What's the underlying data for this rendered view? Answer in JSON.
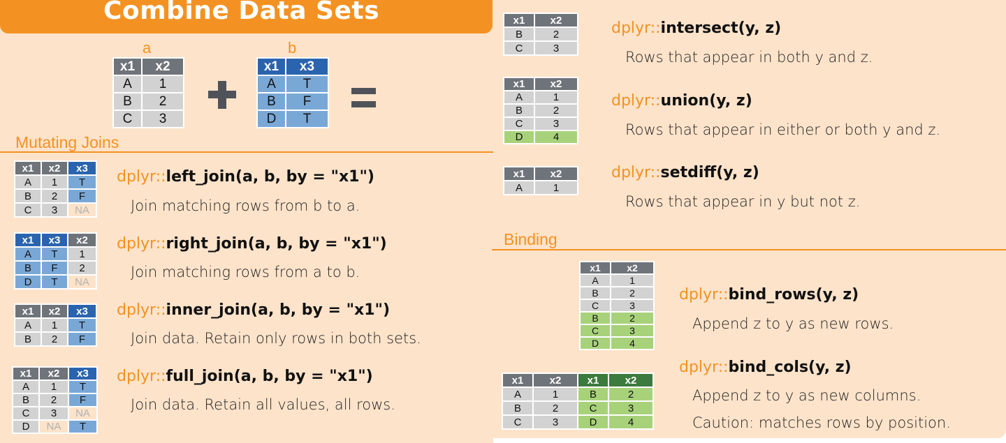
{
  "title": "Combine Data Sets",
  "colors": {
    "accent_orange": "#f39222",
    "panel_bg": "#fde3ca",
    "header_gray": "#6f737a",
    "header_blue": "#2b64ae",
    "header_green": "#3d7a3d",
    "cell_gray": "#d2d2d2",
    "cell_blue": "#7aa8d6",
    "cell_green": "#a8d27a",
    "na_text": "#b0b0b0"
  },
  "inputs": {
    "a": {
      "label": "a",
      "headers": [
        "x1",
        "x2"
      ],
      "rows": [
        [
          "A",
          "1"
        ],
        [
          "B",
          "2"
        ],
        [
          "C",
          "3"
        ]
      ]
    },
    "b": {
      "label": "b",
      "headers": [
        "x1",
        "x3"
      ],
      "rows": [
        [
          "A",
          "T"
        ],
        [
          "B",
          "F"
        ],
        [
          "D",
          "T"
        ]
      ]
    },
    "plus_icon": "plus-icon",
    "equals_icon": "equals-icon"
  },
  "mutating_joins": {
    "label": "Mutating Joins",
    "items": [
      {
        "pkg": "dplyr::",
        "name": "left_join(a, b, by = \"x1\")",
        "desc": "Join matching rows from b to a.",
        "table": {
          "headers": [
            "x1",
            "x2",
            "x3"
          ],
          "rows": [
            [
              "A",
              "1",
              "T"
            ],
            [
              "B",
              "2",
              "F"
            ],
            [
              "C",
              "3",
              "NA"
            ]
          ]
        }
      },
      {
        "pkg": "dplyr::",
        "name": "right_join(a, b, by = \"x1\")",
        "desc": "Join matching rows from a to b.",
        "table": {
          "headers": [
            "x1",
            "x3",
            "x2"
          ],
          "rows": [
            [
              "A",
              "T",
              "1"
            ],
            [
              "B",
              "F",
              "2"
            ],
            [
              "D",
              "T",
              "NA"
            ]
          ]
        }
      },
      {
        "pkg": "dplyr::",
        "name": "inner_join(a, b, by = \"x1\")",
        "desc": "Join data. Retain only rows in both sets.",
        "table": {
          "headers": [
            "x1",
            "x2",
            "x3"
          ],
          "rows": [
            [
              "A",
              "1",
              "T"
            ],
            [
              "B",
              "2",
              "F"
            ]
          ]
        }
      },
      {
        "pkg": "dplyr::",
        "name": "full_join(a, b, by = \"x1\")",
        "desc": "Join data. Retain all values, all rows.",
        "table": {
          "headers": [
            "x1",
            "x2",
            "x3"
          ],
          "rows": [
            [
              "A",
              "1",
              "T"
            ],
            [
              "B",
              "2",
              "F"
            ],
            [
              "C",
              "3",
              "NA"
            ],
            [
              "D",
              "NA",
              "T"
            ]
          ]
        }
      }
    ]
  },
  "set_operations": {
    "items": [
      {
        "pkg": "dplyr::",
        "name": "intersect(y, z)",
        "desc": "Rows that appear in both y and z.",
        "table": {
          "headers": [
            "x1",
            "x2"
          ],
          "rows": [
            [
              "B",
              "2"
            ],
            [
              "C",
              "3"
            ]
          ]
        }
      },
      {
        "pkg": "dplyr::",
        "name": "union(y, z)",
        "desc": "Rows that appear in either or both y and z.",
        "table": {
          "headers": [
            "x1",
            "x2"
          ],
          "rows": [
            [
              "A",
              "1"
            ],
            [
              "B",
              "2"
            ],
            [
              "C",
              "3"
            ],
            [
              "D",
              "4"
            ]
          ]
        }
      },
      {
        "pkg": "dplyr::",
        "name": "setdiff(y, z)",
        "desc": "Rows that appear in y but not z.",
        "table": {
          "headers": [
            "x1",
            "x2"
          ],
          "rows": [
            [
              "A",
              "1"
            ]
          ]
        }
      }
    ]
  },
  "binding": {
    "label": "Binding",
    "items": [
      {
        "pkg": "dplyr::",
        "name": "bind_rows(y, z)",
        "desc": "Append z to y as new rows.",
        "table": {
          "headers": [
            "x1",
            "x2"
          ],
          "rows": [
            [
              "A",
              "1"
            ],
            [
              "B",
              "2"
            ],
            [
              "C",
              "3"
            ],
            [
              "B",
              "2"
            ],
            [
              "C",
              "3"
            ],
            [
              "D",
              "4"
            ]
          ]
        }
      },
      {
        "pkg": "dplyr::",
        "name": "bind_cols(y, z)",
        "desc": "Append z to y as new columns.",
        "desc2": "Caution: matches rows by position.",
        "table": {
          "headers": [
            "x1",
            "x2",
            "x1",
            "x2"
          ],
          "rows": [
            [
              "A",
              "1",
              "B",
              "2"
            ],
            [
              "B",
              "2",
              "C",
              "3"
            ],
            [
              "C",
              "3",
              "D",
              "4"
            ]
          ]
        }
      }
    ]
  }
}
